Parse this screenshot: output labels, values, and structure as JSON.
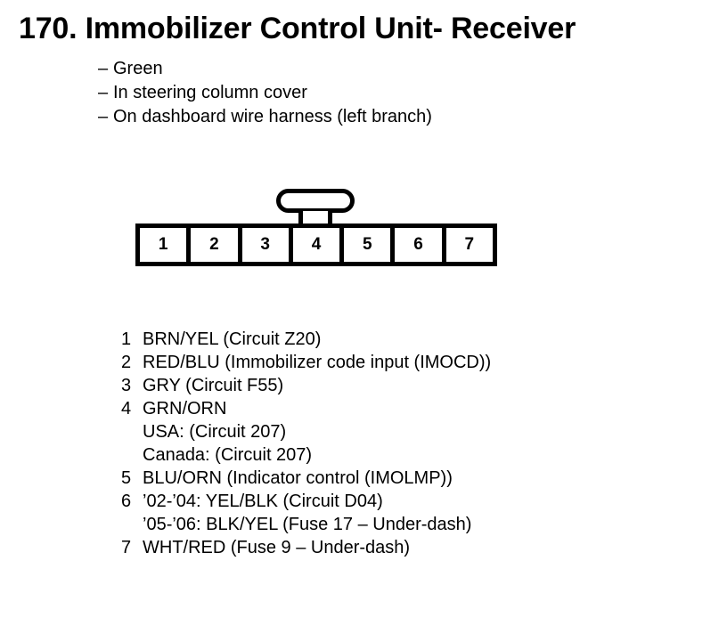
{
  "page": {
    "title": "170. Immobilizer Control Unit- Receiver",
    "description_dash": "–",
    "description": [
      "Green",
      "In steering column cover",
      "On dashboard wire harness (left branch)"
    ]
  },
  "connector": {
    "name": "7-pin connector",
    "latch": "locking-tab",
    "pins": [
      "1",
      "2",
      "3",
      "4",
      "5",
      "6",
      "7"
    ]
  },
  "pin_legend": [
    {
      "number": "1",
      "text": "BRN/YEL (Circuit Z20)",
      "sub": []
    },
    {
      "number": "2",
      "text": "RED/BLU (Immobilizer code input (IMOCD))",
      "sub": []
    },
    {
      "number": "3",
      "text": "GRY (Circuit F55)",
      "sub": []
    },
    {
      "number": "4",
      "text": "GRN/ORN",
      "sub": [
        "USA: (Circuit 207)",
        "Canada: (Circuit 207)"
      ]
    },
    {
      "number": "5",
      "text": "BLU/ORN (Indicator control (IMOLMP))",
      "sub": []
    },
    {
      "number": "6",
      "text": "’02-’04: YEL/BLK (Circuit D04)",
      "sub": [
        "’05-’06: BLK/YEL (Fuse 17 – Under-dash)"
      ]
    },
    {
      "number": "7",
      "text": "WHT/RED (Fuse 9 – Under-dash)",
      "sub": []
    }
  ],
  "colors": {
    "ink": "#000000",
    "paper": "#ffffff"
  }
}
